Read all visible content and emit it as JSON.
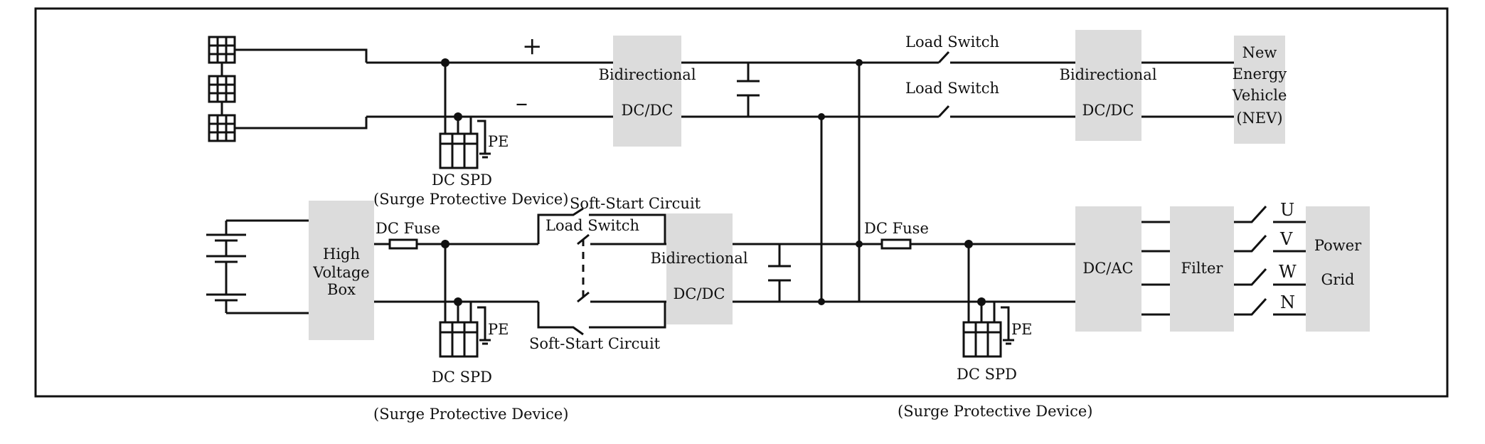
{
  "diagram": {
    "top_plus": "+",
    "top_minus": "–",
    "bidir_label_1": "Bidirectional",
    "bidir_label_2": "DC/DC",
    "load_switch": "Load Switch",
    "nev_lines": [
      "New",
      "Energy",
      "Vehicle",
      "(NEV)"
    ],
    "dc_spd": "DC SPD",
    "pe": "PE",
    "spd_full": "(Surge Protective Device)",
    "soft_start": "Soft-Start Circuit",
    "dc_fuse": "DC Fuse",
    "hv_box_lines": [
      "High",
      "Voltage",
      "Box"
    ],
    "dcac": "DC/AC",
    "filter": "Filter",
    "phases": [
      "U",
      "V",
      "W",
      "N"
    ],
    "grid_1": "Power",
    "grid_2": "Grid"
  }
}
